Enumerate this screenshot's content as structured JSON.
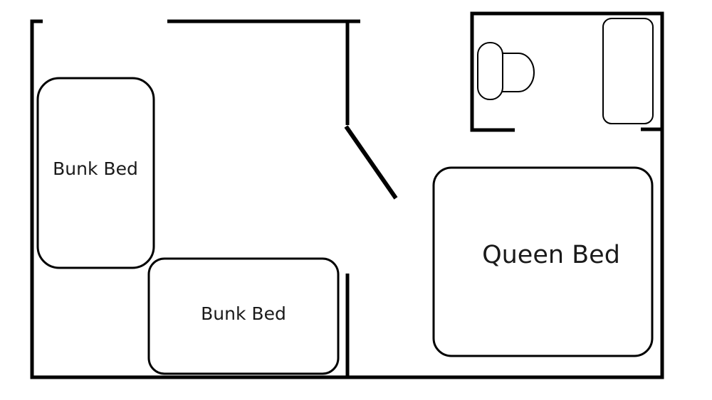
{
  "floorplan": {
    "beds": {
      "bunk_bed_vertical": "Bunk Bed",
      "bunk_bed_horizontal": "Bunk Bed",
      "queen_bed": "Queen Bed"
    },
    "icons": {
      "toilet": "toilet-icon",
      "bathtub": "bathtub-icon",
      "door": "door-icon"
    },
    "colors": {
      "lines": "#000000",
      "background": "#ffffff"
    }
  }
}
